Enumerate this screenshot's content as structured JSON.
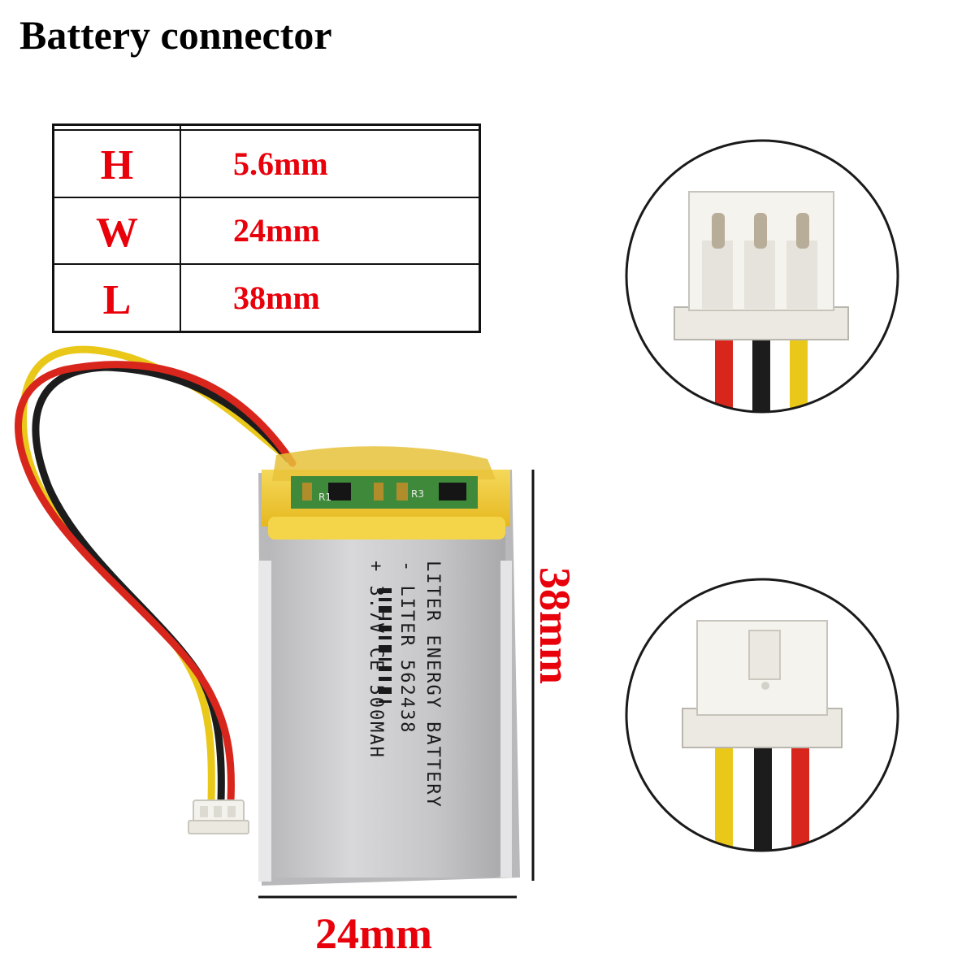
{
  "title": "Battery connector",
  "dimensions": [
    {
      "key": "H",
      "value": "5.6mm"
    },
    {
      "key": "W",
      "value": "24mm"
    },
    {
      "key": "L",
      "value": "38mm"
    }
  ],
  "width_label": "24mm",
  "length_label": "38mm",
  "battery_label": {
    "line1": "LITER ENERGY BATTERY",
    "line2": "- LITER      562438",
    "line3": "+ 3.7V CE  500MAH"
  },
  "pcb_labels": {
    "r1": "R1",
    "r3": "R3"
  },
  "colors": {
    "accent": "#e8000b",
    "wire_red": "#d8261c",
    "wire_black": "#1c1c1c",
    "wire_yellow": "#e9c81a",
    "tape": "#f2cc3a",
    "cell": "#c9c9cb"
  }
}
